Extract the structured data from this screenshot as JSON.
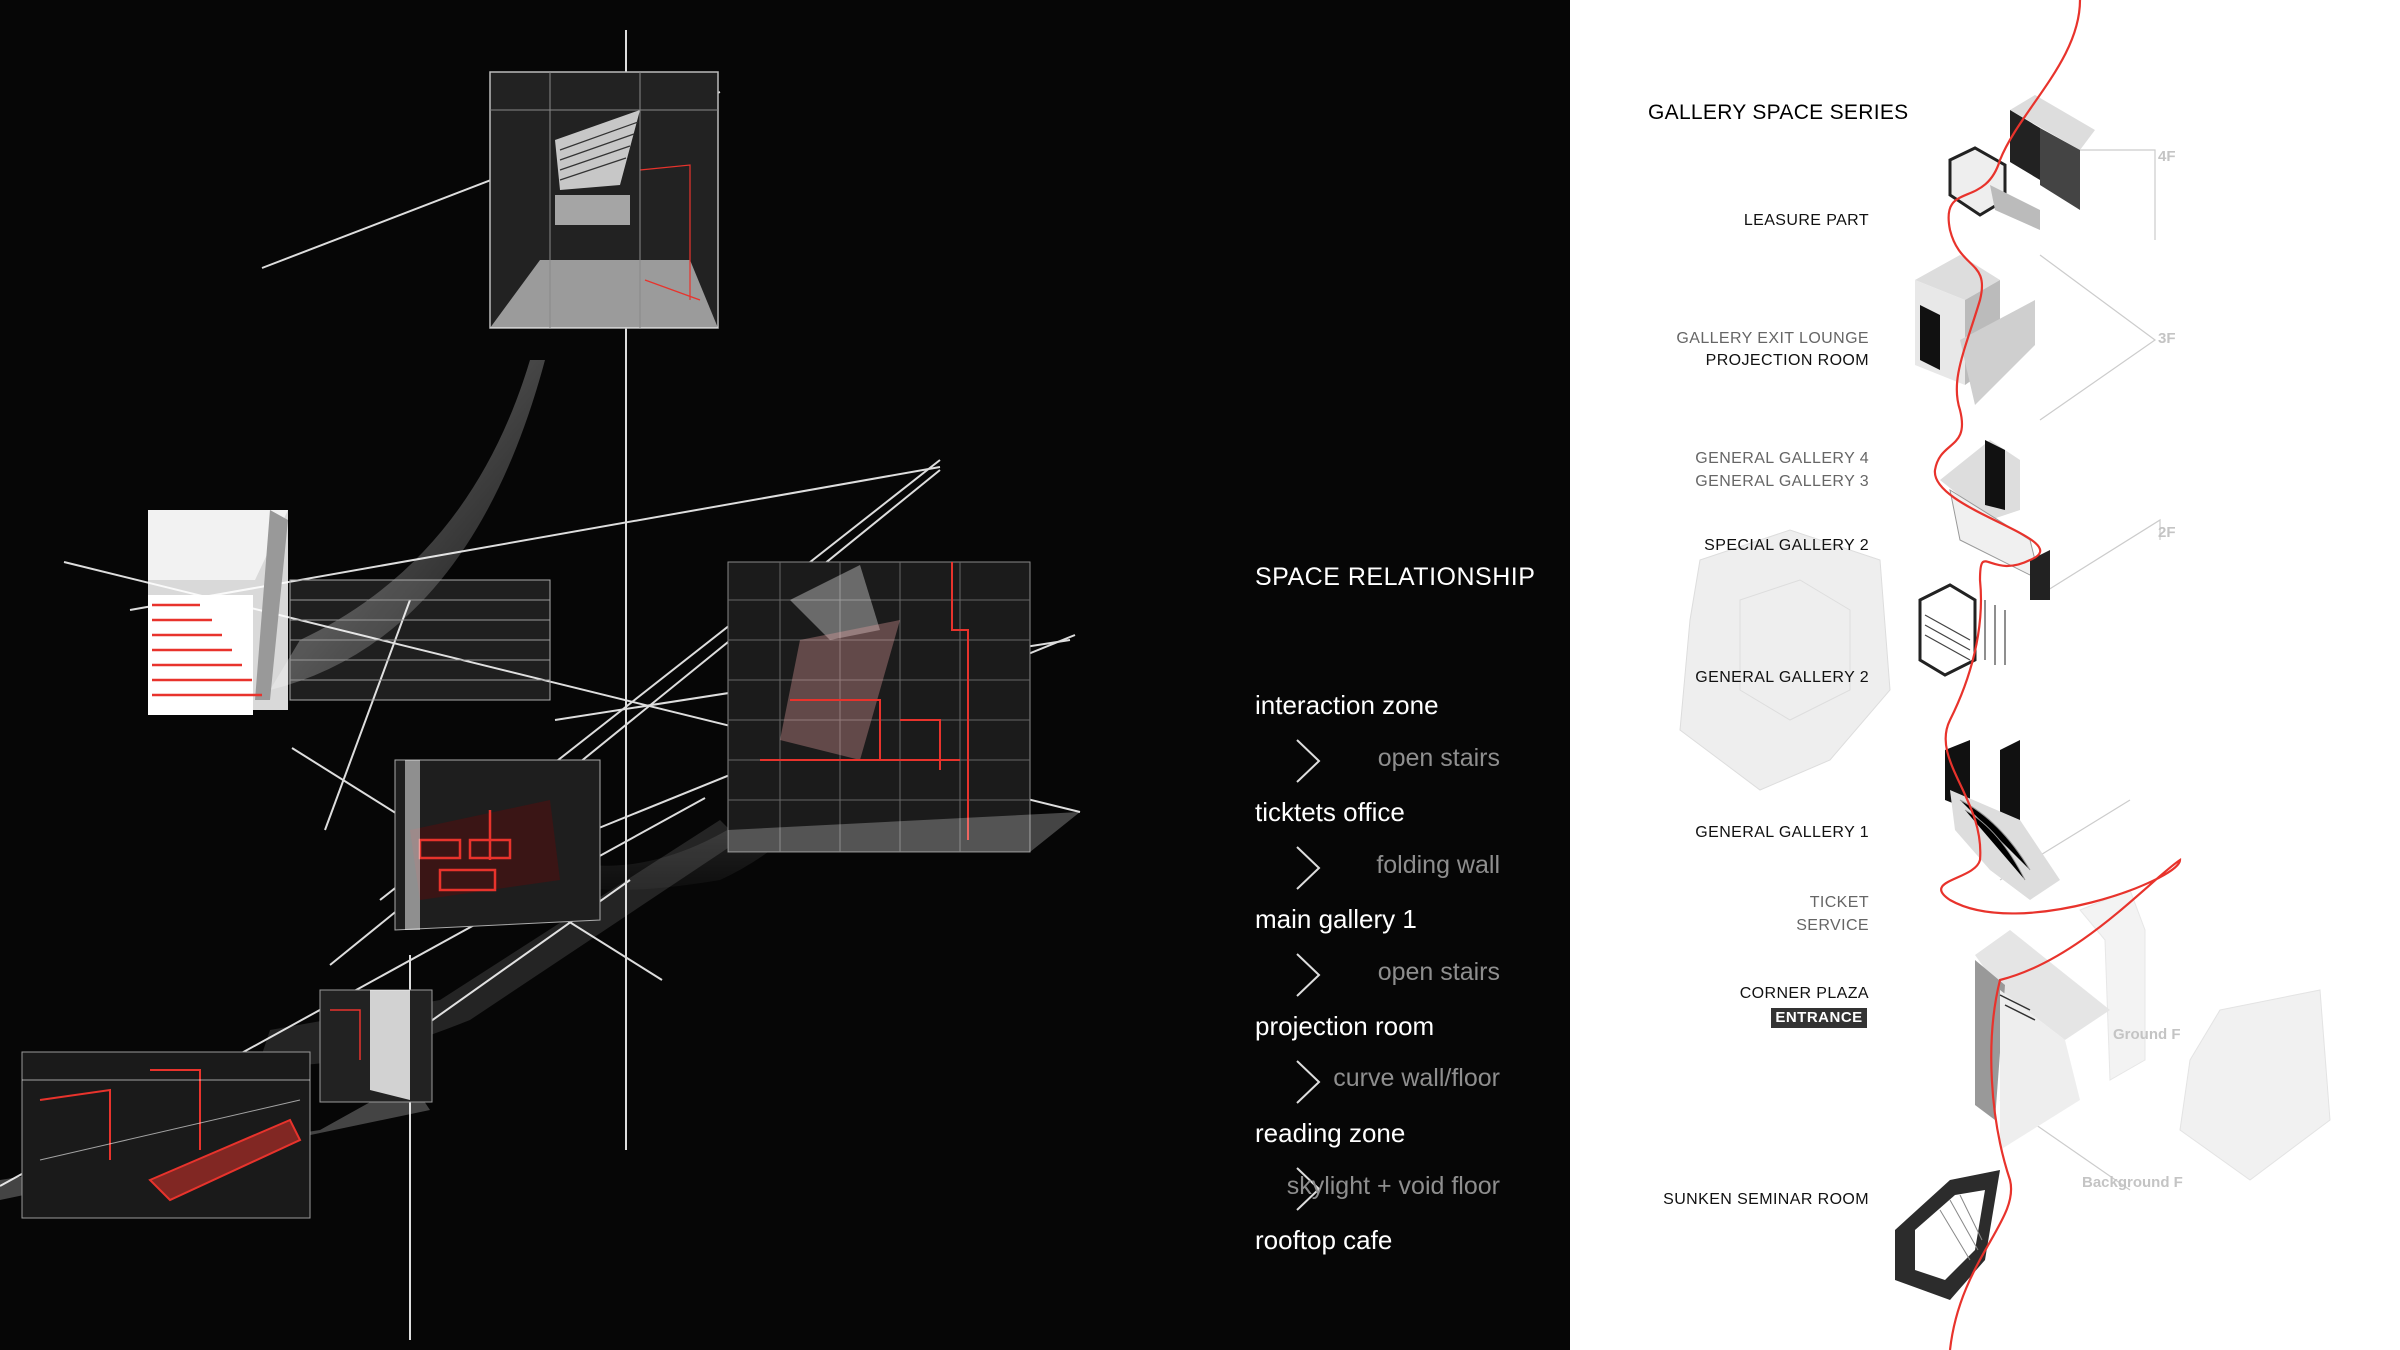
{
  "space_relationship": {
    "title": "SPACE RELATIONSHIP",
    "zones": [
      "interaction zone",
      "ticktets office",
      "main gallery 1",
      "projection room",
      "reading zone",
      "rooftop cafe"
    ],
    "connections": [
      "open stairs",
      "folding wall",
      "open stairs",
      "curve wall/floor",
      "skylight + void floor"
    ]
  },
  "gallery_series": {
    "title": "GALLERY SPACE SERIES",
    "labels": {
      "leasure_part": "LEASURE PART",
      "gallery_exit_lounge": "GALLERY EXIT LOUNGE",
      "projection_room": "PROJECTION ROOM",
      "general_gallery_4": "GENERAL GALLERY 4",
      "general_gallery_3": "GENERAL GALLERY 3",
      "special_gallery_2": "SPECIAL GALLERY 2",
      "general_gallery_2": "GENERAL GALLERY 2",
      "general_gallery_1": "GENERAL GALLERY 1",
      "ticket": "TICKET",
      "service": "SERVICE",
      "corner_plaza": "CORNER PLAZA",
      "entrance": "ENTRANCE",
      "sunken_seminar_room": "SUNKEN SEMINAR ROOM"
    },
    "floors": {
      "f4": "4F",
      "f3": "3F",
      "f2": "2F",
      "ground": "Ground F",
      "background": "Background F"
    }
  },
  "colors": {
    "accent": "#e8332c",
    "background_dark": "#060606",
    "background_light": "#ffffff",
    "muted_text": "#8e8e8e"
  }
}
